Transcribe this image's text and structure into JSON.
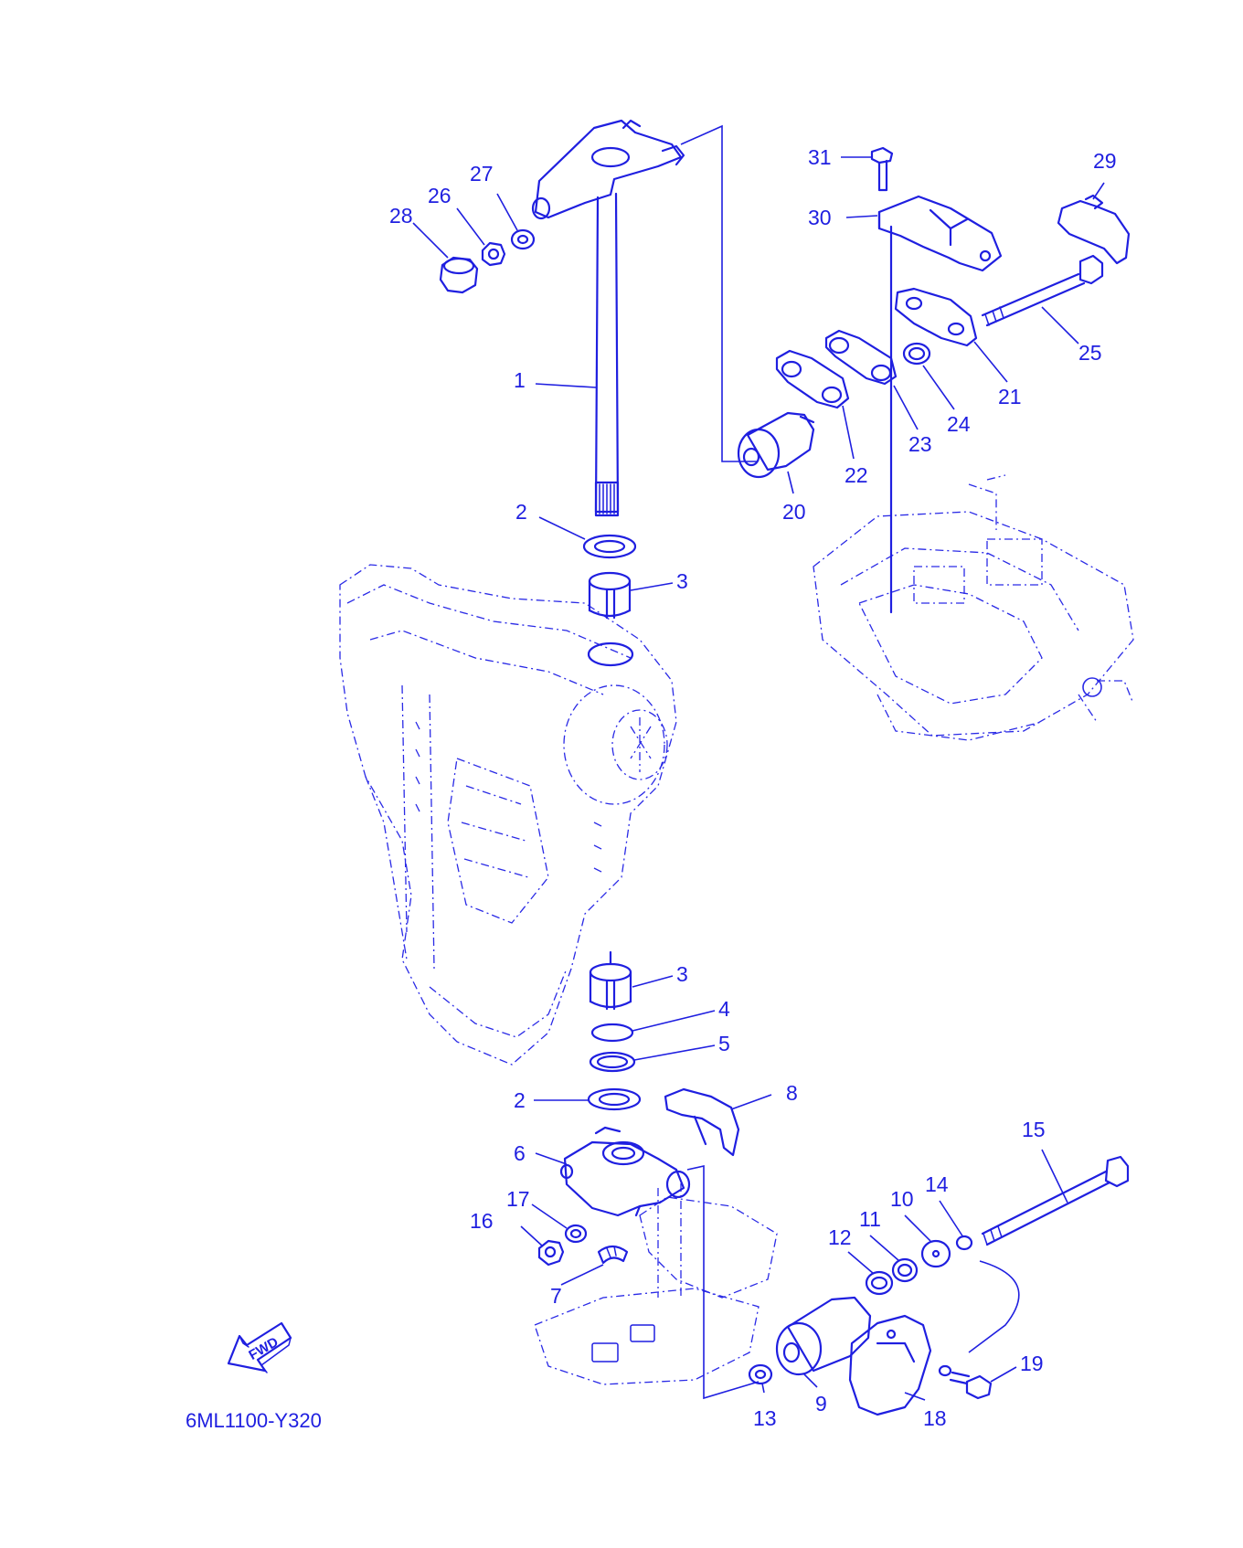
{
  "diagram_code": "6ML1100-Y320",
  "fwd_label": "FWD",
  "colors": {
    "ink": "#1f1fe0",
    "background": "#ffffff"
  },
  "callouts": {
    "c1": "1",
    "c2a": "2",
    "c2b": "2",
    "c3a": "3",
    "c3b": "3",
    "c4": "4",
    "c5": "5",
    "c6": "6",
    "c7": "7",
    "c8": "8",
    "c9": "9",
    "c10": "10",
    "c11": "11",
    "c12": "12",
    "c13": "13",
    "c14": "14",
    "c15": "15",
    "c16": "16",
    "c17": "17",
    "c18": "18",
    "c19": "19",
    "c20": "20",
    "c21": "21",
    "c22": "22",
    "c23": "23",
    "c24": "24",
    "c25": "25",
    "c26": "26",
    "c27": "27",
    "c28": "28",
    "c29": "29",
    "c30": "30",
    "c31": "31"
  },
  "icons": [
    "fwd-arrow-icon"
  ]
}
